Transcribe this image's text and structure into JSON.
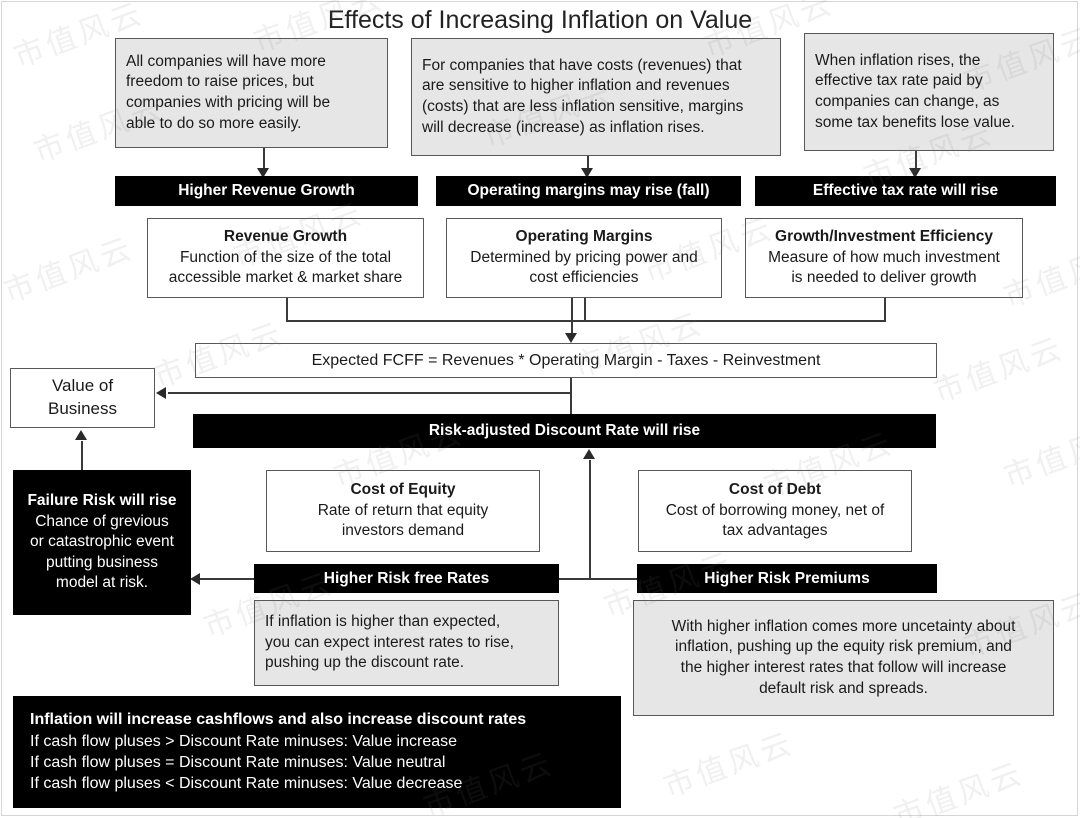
{
  "title": "Effects of Increasing Inflation on Value",
  "notes_top": {
    "revenue_note": [
      "All companies will have more",
      "freedom to raise prices, but",
      "companies with pricing will be",
      "able to do so more easily."
    ],
    "margin_note": [
      "For companies that have costs (revenues) that",
      "are sensitive to higher inflation and revenues",
      "(costs) that are less inflation sensitive, margins",
      "will decrease (increase)  as inflation rises."
    ],
    "tax_note": [
      "When inflation rises, the",
      "effective tax rate paid by",
      "companies can change, as",
      "some tax benefits lose value."
    ]
  },
  "bars": {
    "higher_revenue_growth": "Higher Revenue Growth",
    "operating_margins": "Operating margins may rise (fall)",
    "effective_tax_rate": "Effective tax rate will rise",
    "discount_rate": "Risk-adjusted Discount Rate will rise",
    "higher_risk_free_rates": "Higher Risk free Rates",
    "higher_risk_premiums": "Higher Risk Premiums"
  },
  "drivers": {
    "revenue_growth": {
      "header": "Revenue Growth",
      "lines": [
        "Function of the size of the total",
        "accessible market & market share"
      ]
    },
    "operating_margins": {
      "header": "Operating Margins",
      "lines": [
        "Determined by pricing power and",
        "cost efficiencies"
      ]
    },
    "growth_investment_efficiency": {
      "header": "Growth/Investment Efficiency",
      "lines": [
        "Measure of how much investment",
        "is needed to deliver growth"
      ]
    }
  },
  "fcff": {
    "formula": "Expected FCFF = Revenues * Operating Margin - Taxes - Reinvestment"
  },
  "value_of_business": {
    "lines": [
      "Value of",
      "Business"
    ]
  },
  "failure_risk": {
    "header": "Failure Risk will rise",
    "lines": [
      "Chance of grevious",
      "or catastrophic event",
      "putting business",
      "model at risk."
    ]
  },
  "cost_of_equity": {
    "header": "Cost of Equity",
    "lines": [
      "Rate of return that equity",
      "investors demand"
    ]
  },
  "cost_of_debt": {
    "header": "Cost of Debt",
    "lines": [
      "Cost of borrowing money, net of",
      "tax advantages"
    ]
  },
  "risk_free_note": {
    "lines": [
      "If inflation is higher than expected,",
      "you can expect interest rates to rise,",
      "pushing up the discount rate."
    ]
  },
  "risk_premium_note": {
    "lines": [
      "With higher inflation comes more uncetainty about",
      "inflation, pushing up the equity risk premium, and",
      "the higher interest rates that follow will increase",
      "default risk and spreads."
    ]
  },
  "summary": {
    "header": "Inflation will increase cashflows and also increase discount rates",
    "lines": [
      "If cash flow pluses > Discount Rate minuses: Value increase",
      "If cash flow pluses = Discount Rate minuses: Value neutral",
      "If cash flow pluses < Discount Rate minuses: Value decrease"
    ]
  },
  "watermark": {
    "text": "市值风云"
  },
  "colors": {
    "bar_background": "#000000",
    "bar_text": "#ffffff",
    "note_background": "#e6e6e6",
    "box_border": "#58585a",
    "connector": "#3a3a3a",
    "page_background": "#ffffff"
  }
}
